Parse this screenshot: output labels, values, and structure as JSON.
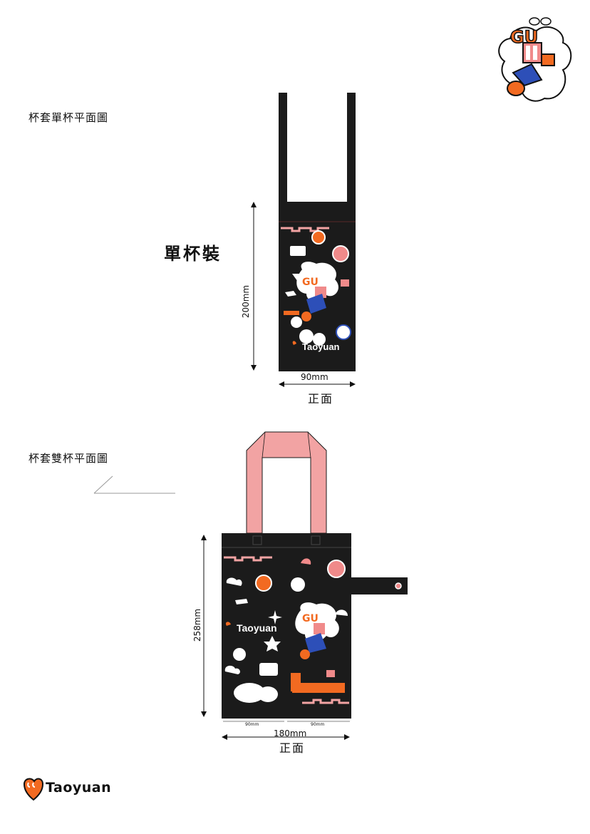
{
  "single": {
    "title": "杯套單杯平面圖",
    "label": "單杯裝",
    "height_dim": "200mm",
    "width_dim": "90mm",
    "front": "正面",
    "brand_text": "Taoyuan"
  },
  "double": {
    "title": "杯套雙杯平面圖",
    "height_dim": "258mm",
    "half_dim_left": "90mm",
    "half_dim_right": "90mm",
    "width_dim": "180mm",
    "front": "正面",
    "brand_text": "Taoyuan"
  },
  "logo": {
    "text": "Taoyuan",
    "mascot_text": "GU"
  },
  "colors": {
    "bag_black": "#1b1b1b",
    "strap_pink": "#f2a3a3",
    "accent_orange": "#f26a21",
    "accent_blue": "#2d4fb8",
    "pink": "#f08a8a"
  }
}
